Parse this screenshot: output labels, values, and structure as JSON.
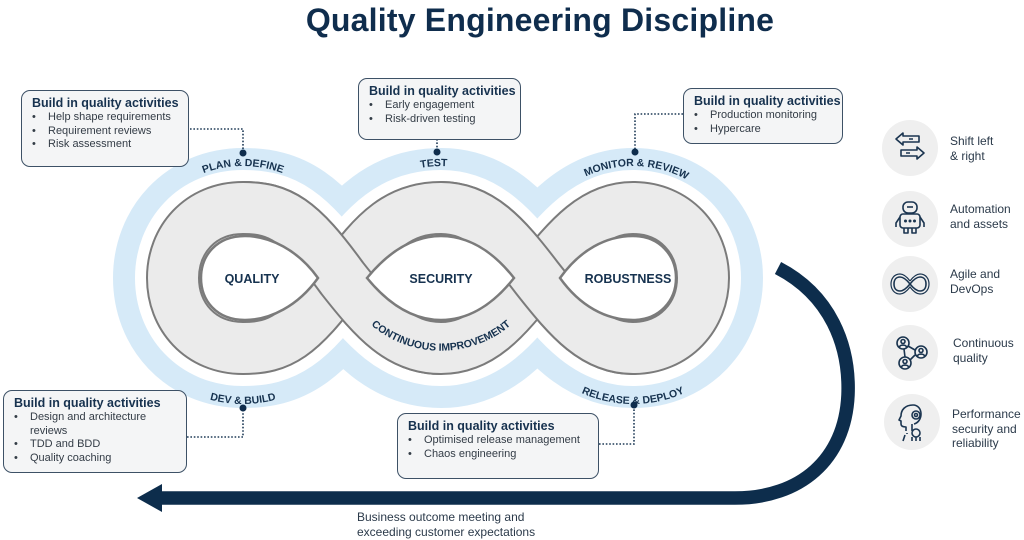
{
  "title": "Quality Engineering Discipline",
  "colors": {
    "navy": "#0d2d4c",
    "band_blue": "#d6eaf8",
    "band_gray": "#ebebeb",
    "outline_gray": "#7b7b7b",
    "icon_circle": "#efefef"
  },
  "loops": [
    {
      "center_label": "QUALITY",
      "top_label": "PLAN & DEFINE",
      "bottom_label": "DEV & BUILD"
    },
    {
      "center_label": "SECURITY",
      "top_label": "TEST",
      "bottom_label": "CONTINUOUS IMPROVEMENT"
    },
    {
      "center_label": "ROBUSTNESS",
      "top_label": "MONITOR & REVIEW",
      "bottom_label": "RELEASE & DEPLOY"
    }
  ],
  "activity_boxes": [
    {
      "stage": "PLAN & DEFINE",
      "title": "Build in quality activities",
      "items": [
        "Help shape requirements",
        "Requirement reviews",
        "Risk assessment"
      ]
    },
    {
      "stage": "TEST",
      "title": "Build in quality activities",
      "items": [
        "Early engagement",
        "Risk-driven testing"
      ]
    },
    {
      "stage": "MONITOR & REVIEW",
      "title": "Build in quality activities",
      "items": [
        "Production monitoring",
        "Hypercare"
      ]
    },
    {
      "stage": "DEV & BUILD",
      "title": "Build in quality activities",
      "items": [
        "Design and architecture reviews",
        "TDD and BDD",
        "Quality coaching"
      ]
    },
    {
      "stage": "RELEASE & DEPLOY",
      "title": "Build in quality activities",
      "items": [
        "Optimised release management",
        "Chaos engineering"
      ]
    }
  ],
  "pillars": [
    {
      "icon": "shift-arrows-icon",
      "lines": [
        "Shift left",
        "& right"
      ]
    },
    {
      "icon": "robot-icon",
      "lines": [
        "Automation",
        "and assets"
      ]
    },
    {
      "icon": "infinity-icon",
      "lines": [
        "Agile and",
        "DevOps"
      ]
    },
    {
      "icon": "people-network-icon",
      "lines": [
        "Continuous",
        "quality"
      ]
    },
    {
      "icon": "ai-head-icon",
      "lines": [
        "Performance",
        "security and",
        "reliability"
      ]
    }
  ],
  "outcome": {
    "lines": [
      "Business outcome meeting and",
      "exceeding customer expectations"
    ]
  }
}
